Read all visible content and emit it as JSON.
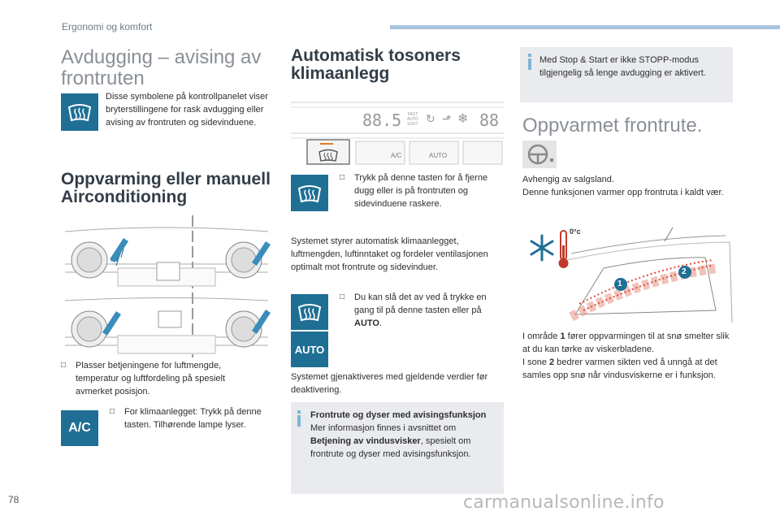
{
  "header": {
    "section": "Ergonomi og komfort"
  },
  "page_number": "78",
  "watermark": "carmanualsonline.info",
  "col1": {
    "title": "Avdugging – avising av frontruten",
    "intro": "Disse symbolene på kontrollpanelet viser bryterstillingene for rask avdugging eller avising av frontruten og sidevinduene.",
    "subtitle": "Oppvarming eller manuell Airconditioning",
    "bullet1": "Plasser betjeningene for luftmengde, temperatur og luftfordeling på spesielt avmerket posisjon.",
    "bullet2": "For klimaanlegget: Trykk på denne tasten. Tilhørende lampe lyser.",
    "ac_icon": "A/C"
  },
  "col2": {
    "title": "Automatisk tosoners klimaanlegg",
    "panel_display": "88.5",
    "panel_display2": "88",
    "panel_fast": "FAST",
    "panel_auto": "AUTO",
    "panel_soft": "SOFT",
    "panel_btn_ac": "A/C",
    "panel_btn_auto": "AUTO",
    "bullet1": "Trykk på denne tasten for å fjerne dugg eller is på frontruten og sidevinduene raskere.",
    "para1": "Systemet styrer automatisk klimaanlegget, luftmengden, luftinntaket og fordeler ventilasjonen optimalt mot frontrute og sidevinduer.",
    "bullet2_a": "Du kan slå det av ved å trykke en gang til på denne tasten eller på ",
    "bullet2_b": "AUTO",
    "bullet2_c": ".",
    "auto_icon": "AUTO",
    "para2": "Systemet gjenaktiveres med gjeldende verdier før deaktivering.",
    "note_title": "Frontrute og dyser med avisingsfunksjon",
    "note_a": "Mer informasjon finnes i avsnittet om ",
    "note_b": "Betjening av vindusvisker",
    "note_c": ", spesielt om frontrute og dyser med avisingsfunksjon."
  },
  "col3": {
    "note": "Med Stop & Start er ikke STOPP-modus tilgjengelig så lenge avdugging er aktivert.",
    "title": "Oppvarmet frontrute.",
    "para1_l1": "Avhengig av salgsland.",
    "para1_l2": "Denne funksjonen varmer opp frontruta i kaldt vær.",
    "temp_label": "0°c",
    "zone1": "1",
    "zone2": "2",
    "para2_a": "I område ",
    "para2_b": "1",
    "para2_c": " fører oppvarmingen til at snø smelter slik at du kan tørke av viskerbladene.",
    "para2_d": "I sone ",
    "para2_e": "2",
    "para2_f": " bedrer varmen sikten ved å unngå at det samles opp snø når vindusviskerne er i funksjon."
  },
  "icons": [
    "windshield-defrost-icon",
    "ac-icon",
    "auto-icon",
    "steering-wheel-icon",
    "snowflake-icon",
    "thermometer-icon",
    "info-icon"
  ],
  "colors": {
    "accent": "#1f6f94",
    "note_bg": "#e9ebee",
    "header_bar": "#a8c4dd",
    "heat": "#e0473c"
  }
}
